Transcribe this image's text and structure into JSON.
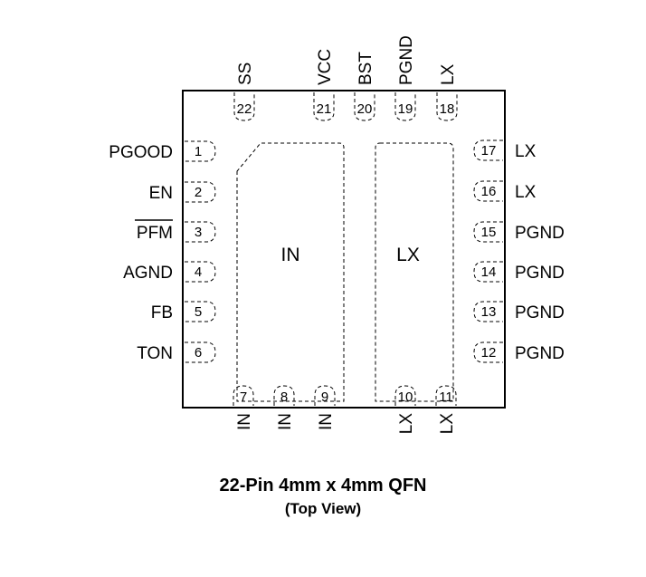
{
  "pads": {
    "in": "IN",
    "lx": "LX"
  },
  "pins": {
    "left": [
      {
        "num": "1",
        "name": "PGOOD"
      },
      {
        "num": "2",
        "name": "EN"
      },
      {
        "num": "3",
        "name": "PFM"
      },
      {
        "num": "4",
        "name": "AGND"
      },
      {
        "num": "5",
        "name": "FB"
      },
      {
        "num": "6",
        "name": "TON"
      }
    ],
    "bottom": [
      {
        "num": "7",
        "name": "IN"
      },
      {
        "num": "8",
        "name": "IN"
      },
      {
        "num": "9",
        "name": "IN"
      },
      {
        "num": "10",
        "name": "LX"
      },
      {
        "num": "11",
        "name": "LX"
      }
    ],
    "right": [
      {
        "num": "12",
        "name": "PGND"
      },
      {
        "num": "13",
        "name": "PGND"
      },
      {
        "num": "14",
        "name": "PGND"
      },
      {
        "num": "15",
        "name": "PGND"
      },
      {
        "num": "16",
        "name": "LX"
      },
      {
        "num": "17",
        "name": "LX"
      }
    ],
    "top": [
      {
        "num": "18",
        "name": "LX"
      },
      {
        "num": "19",
        "name": "PGND"
      },
      {
        "num": "20",
        "name": "BST"
      },
      {
        "num": "21",
        "name": "VCC"
      },
      {
        "num": "22",
        "name": "SS"
      }
    ]
  },
  "caption": {
    "title": "22-Pin 4mm x 4mm QFN",
    "subtitle": "(Top View)"
  }
}
